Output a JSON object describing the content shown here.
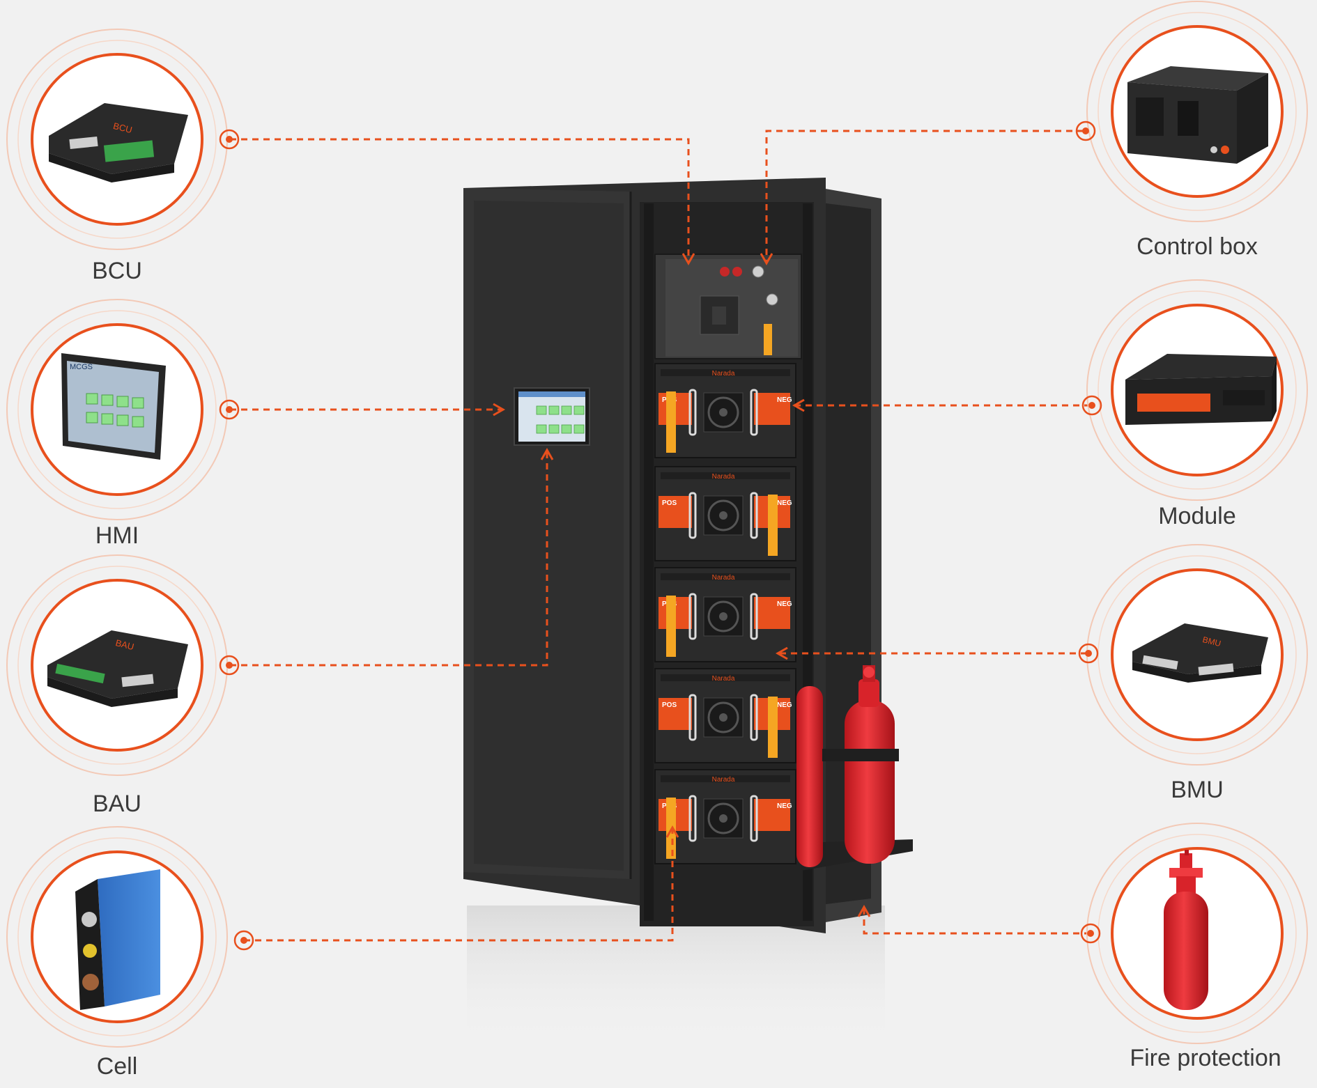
{
  "components": {
    "bcu": {
      "label": "BCU",
      "device_text": "BCU"
    },
    "hmi": {
      "label": "HMI",
      "device_text": "MCGS"
    },
    "bau": {
      "label": "BAU",
      "device_text": "BAU"
    },
    "cell": {
      "label": "Cell"
    },
    "control_box": {
      "label": "Control box"
    },
    "module": {
      "label": "Module"
    },
    "bmu": {
      "label": "BMU",
      "device_text": "BMU"
    },
    "fire_protection": {
      "label": "Fire protection"
    }
  },
  "cabinet": {
    "brand": "Narada",
    "pos_label": "POS",
    "neg_label": "NEG"
  },
  "colors": {
    "accent": "#e8501d",
    "cabinet": "#2e2e2e",
    "module_orange": "#e8501d",
    "handle_yellow": "#f5a623",
    "extinguisher_red": "#d8232a",
    "cell_blue": "#3b7fd1"
  }
}
